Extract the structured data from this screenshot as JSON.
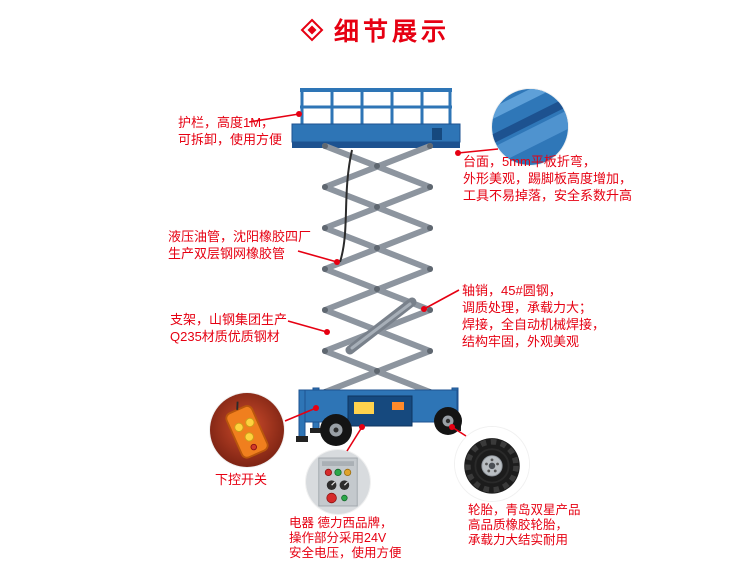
{
  "header": {
    "title": "细节展示",
    "icon": "diamond-icon"
  },
  "callouts": {
    "guardrail": {
      "lines": [
        "护栏，高度1M，",
        "可拆卸，使用方便"
      ]
    },
    "platform": {
      "lines": [
        "台面，5mm平板折弯，",
        "外形美观，踢脚板高度增加，",
        "工具不易掉落，安全系数升高"
      ]
    },
    "hose": {
      "lines": [
        "液压油管，沈阳橡胶四厂",
        "生产双层钢网橡胶管"
      ]
    },
    "frame": {
      "lines": [
        "支架，山钢集团生产",
        "Q235材质优质钢材"
      ]
    },
    "pin": {
      "lines": [
        "轴销，45#圆钢，",
        "调质处理，承载力大；",
        "焊接，全自动机械焊接，",
        "结构牢固，外观美观"
      ]
    },
    "remote": {
      "label": "下控开关"
    },
    "electric": {
      "lines": [
        "电器 德力西品牌，",
        "操作部分采用24V",
        "安全电压，使用方便"
      ]
    },
    "tire": {
      "lines": [
        "轮胎，青岛双星产品",
        "高品质橡胶轮胎，",
        "承载力大结实耐用"
      ]
    }
  },
  "colors": {
    "accent": "#e60012",
    "machine_blue": "#2e75b6",
    "machine_blue_dark": "#1d5290",
    "scissor_gray": "#8d959f"
  }
}
